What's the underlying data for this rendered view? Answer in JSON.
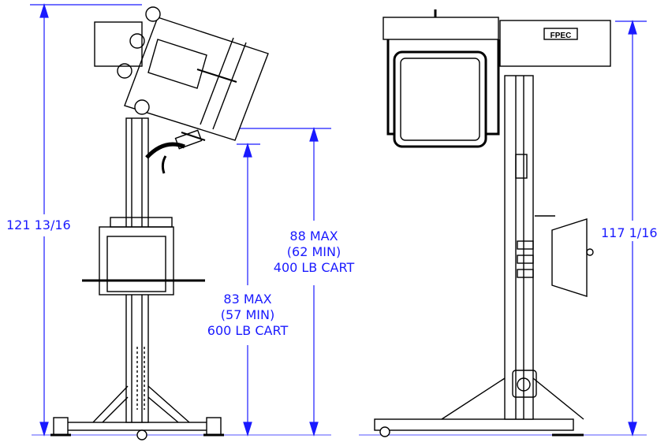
{
  "dimensions": {
    "overall_height_tilted": "121 13/16",
    "overall_height_front": "117 1/16",
    "max_400": {
      "line1": "88 MAX",
      "line2": "(62 MIN)",
      "line3": "400 LB CART"
    },
    "max_600": {
      "line1": "83 MAX",
      "line2": "(57 MIN)",
      "line3": "600 LB CART"
    }
  },
  "brand": {
    "label": "FPEC"
  },
  "colors": {
    "dimension": "#1a1aff",
    "drawing": "#000000"
  }
}
